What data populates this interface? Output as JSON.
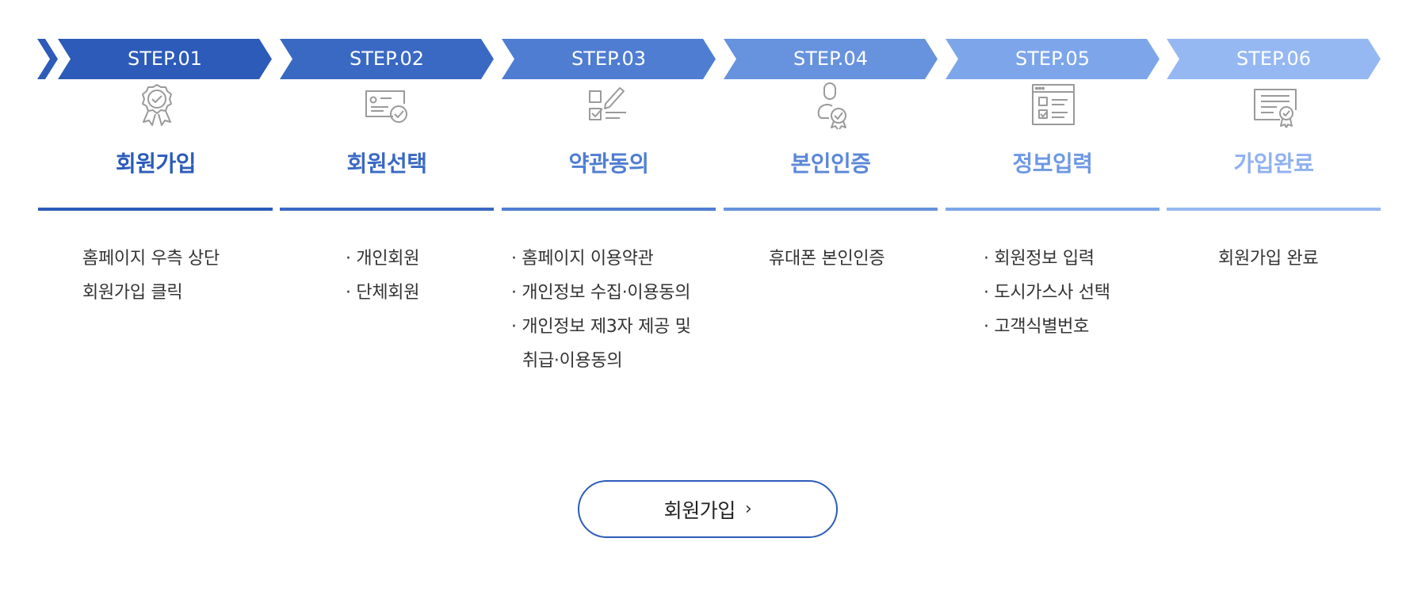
{
  "steps": [
    {
      "label": "STEP.01",
      "title": "회원가입",
      "icon": "award-badge-icon",
      "color": "#2c5bb9",
      "desc": [
        "홈페이지 우측 상단",
        "회원가입 클릭"
      ],
      "bulleted": false
    },
    {
      "label": "STEP.02",
      "title": "회원선택",
      "icon": "id-card-check-icon",
      "color": "#3a69c4",
      "desc": [
        "개인회원",
        "단체회원"
      ],
      "bulleted": true
    },
    {
      "label": "STEP.03",
      "title": "약관동의",
      "icon": "checklist-pen-icon",
      "color": "#4f7dd2",
      "desc": [
        "홈페이지 이용약관",
        "개인정보 수집·이용동의",
        "개인정보 제3자 제공 및",
        "취급·이용동의"
      ],
      "bulleted": true
    },
    {
      "label": "STEP.04",
      "title": "본인인증",
      "icon": "user-verify-icon",
      "color": "#6792de",
      "desc": [
        "휴대폰 본인인증"
      ],
      "bulleted": false
    },
    {
      "label": "STEP.05",
      "title": "정보입력",
      "icon": "form-window-icon",
      "color": "#7da6ea",
      "desc": [
        "회원정보 입력",
        "도시가스사 선택",
        "고객식별번호"
      ],
      "bulleted": true
    },
    {
      "label": "STEP.06",
      "title": "가입완료",
      "icon": "certificate-check-icon",
      "color": "#95b8f2",
      "desc": [
        "회원가입 완료"
      ],
      "bulleted": false
    }
  ],
  "cta": {
    "label": "회원가입",
    "arrow": "›"
  },
  "title_colors": [
    "#2c5bb9",
    "#3a69c4",
    "#4f7dd2",
    "#5b87d8",
    "#6e98e3",
    "#8fb1ef"
  ],
  "icon_color": "#9a9a9a"
}
